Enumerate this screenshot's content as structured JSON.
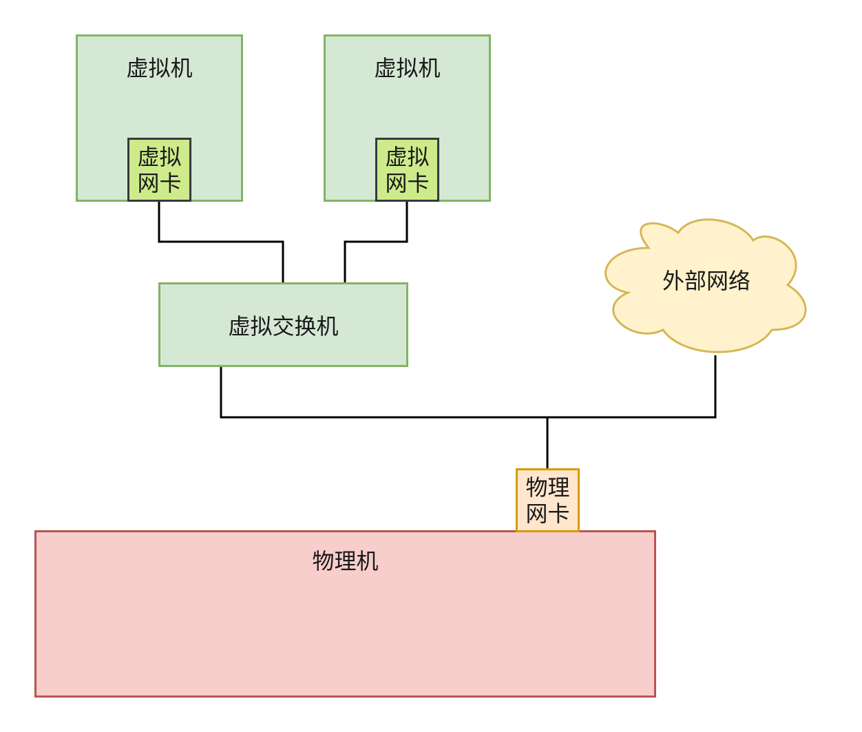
{
  "diagram": {
    "vm_left": {
      "label": "虚拟机",
      "nic_label": "虚拟网卡"
    },
    "vm_right": {
      "label": "虚拟机",
      "nic_label": "虚拟网卡"
    },
    "virtual_switch": {
      "label": "虚拟交换机"
    },
    "external_network": {
      "label": "外部网络"
    },
    "physical_nic": {
      "label": "物理网卡"
    },
    "physical_machine": {
      "label": "物理机"
    }
  },
  "colors": {
    "vm_fill": "#d5e8d4",
    "vm_stroke": "#82b366",
    "vnic_fill": "#cdeb8b",
    "vnic_stroke": "#36393d",
    "cloud_fill": "#fff2cc",
    "cloud_stroke": "#d6b656",
    "pnic_fill": "#ffe6cc",
    "pnic_stroke": "#d79b00",
    "pm_fill": "#f8cecc",
    "pm_stroke": "#b85450",
    "connector": "#000000"
  }
}
